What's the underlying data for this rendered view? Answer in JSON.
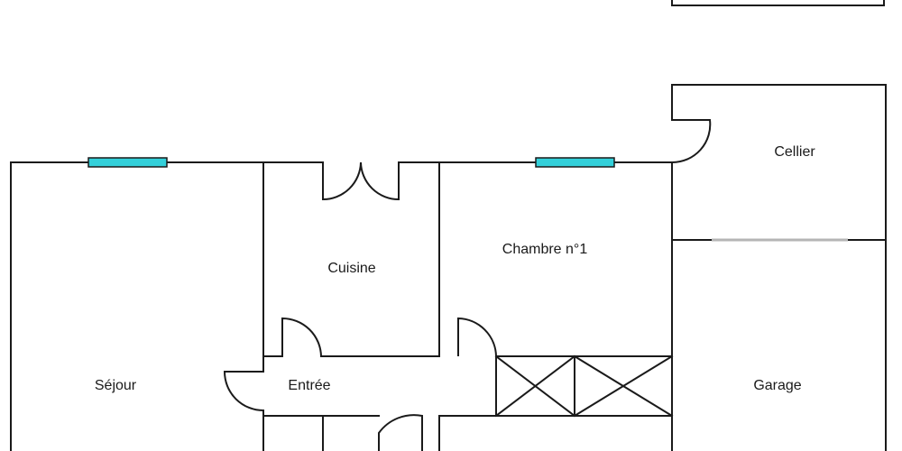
{
  "plan": {
    "rooms": {
      "sejour": "Séjour",
      "cuisine": "Cuisine",
      "entree": "Entrée",
      "chambre": "Chambre n°1",
      "cellier": "Cellier",
      "garage": "Garage"
    },
    "colors": {
      "wall": "#1a1a1a",
      "window": "#33d0da",
      "opening": "#b5b5b5",
      "background": "#ffffff"
    }
  }
}
